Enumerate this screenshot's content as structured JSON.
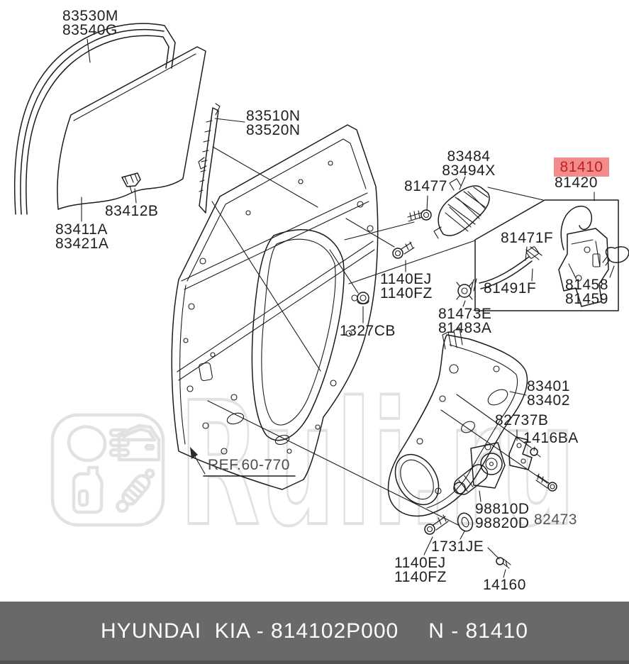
{
  "labels": {
    "l83530": {
      "line1": "83530M",
      "line2": "83540G"
    },
    "l83510": {
      "line1": "83510N",
      "line2": "83520N"
    },
    "l83412": {
      "line1": "83412B"
    },
    "l83411": {
      "line1": "83411A",
      "line2": "83421A"
    },
    "l81477": {
      "line1": "81477"
    },
    "l83484": {
      "line1": "83484",
      "line2": "83494X"
    },
    "l81410": {
      "line1": "81410"
    },
    "l81420": {
      "line1": "81420"
    },
    "l81471f": {
      "line1": "81471F"
    },
    "l1140mid": {
      "line1": "1140EJ",
      "line2": "1140FZ"
    },
    "l81491f": {
      "line1": "81491F"
    },
    "l81458": {
      "line1": "81458",
      "line2": "81459"
    },
    "l1327cb": {
      "line1": "1327CB"
    },
    "l81473e": {
      "line1": "81473E",
      "line2": "81483A"
    },
    "l83401": {
      "line1": "83401",
      "line2": "83402"
    },
    "l82737b": {
      "line1": "82737B"
    },
    "l1416ba": {
      "line1": "1416BA"
    },
    "lref": {
      "line1": "REF.60-770"
    },
    "l98810": {
      "line1": "98810D",
      "line2": "98820D"
    },
    "l82473": {
      "line1": "82473"
    },
    "l1731je": {
      "line1": "1731JE"
    },
    "l1140bot": {
      "line1": "1140EJ",
      "line2": "1140FZ"
    },
    "l14160": {
      "line1": "14160"
    }
  },
  "highlighted_part": "81410",
  "watermark": {
    "text": "Ruli.ru"
  },
  "footer": {
    "left": "HYUNDAI  KIA - 814102P000",
    "right": "N - 81410"
  },
  "colors": {
    "line": "#1c1c1c",
    "label": "#1f1f1f",
    "highlight_bg": "#f28c8c",
    "highlight_text": "#c21f1f",
    "footer_bg": "#696969",
    "footer_text": "#fdfdfd",
    "watermark": "#e2e2e2",
    "ref_text": "#4c4c4c",
    "gray_label": "#555555"
  }
}
